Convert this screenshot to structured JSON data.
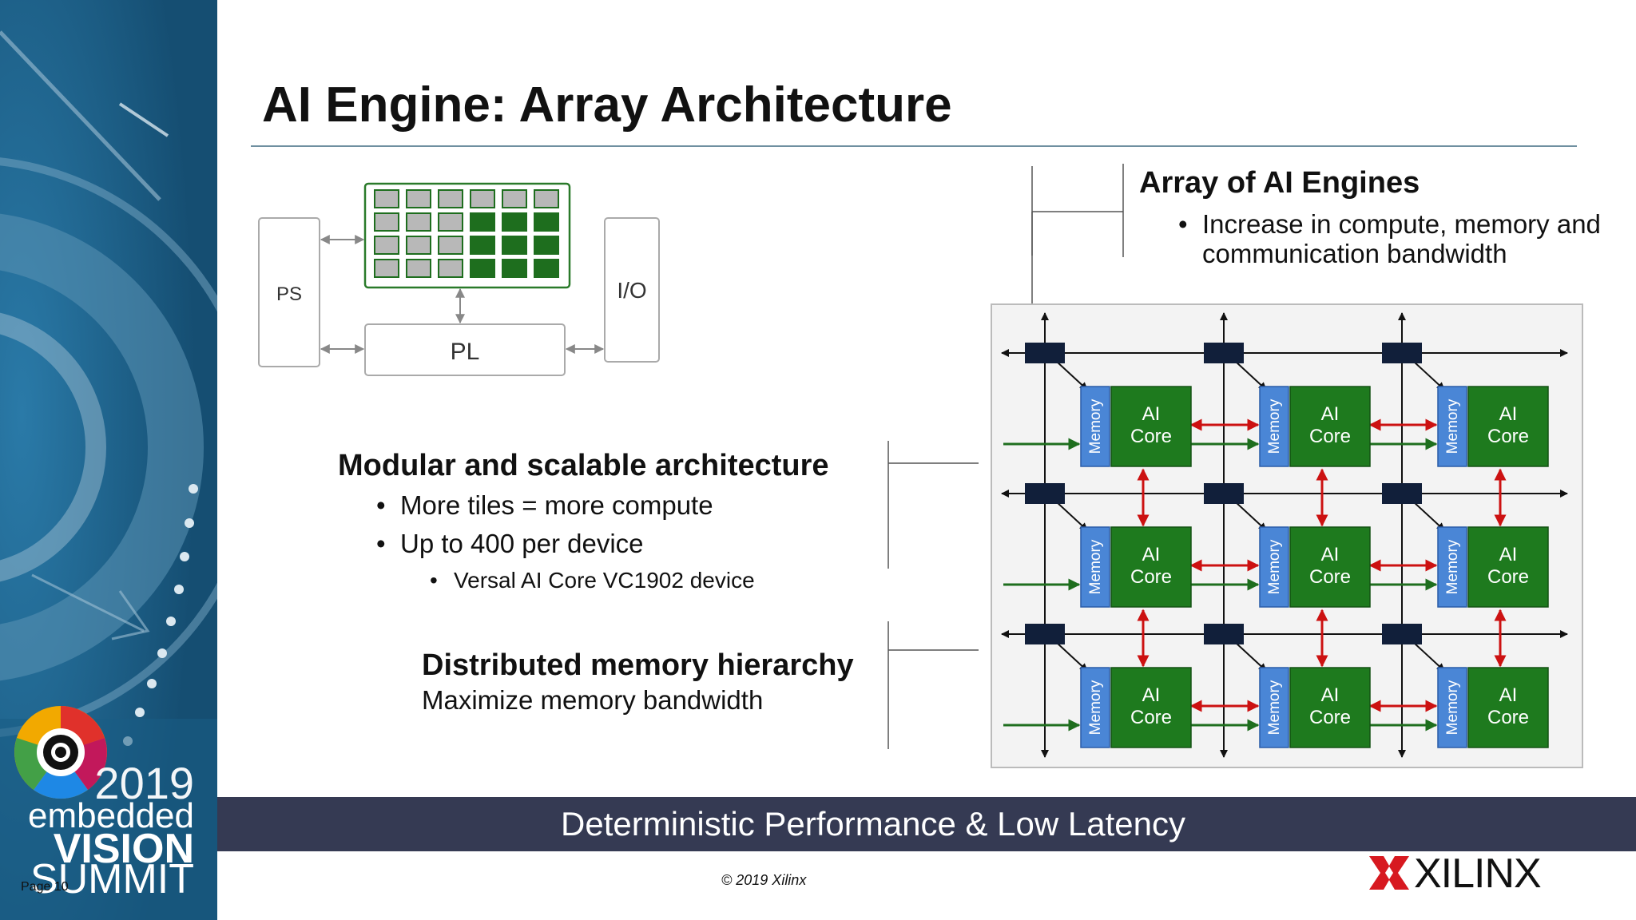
{
  "slide": {
    "title": "AI Engine:  Array Architecture",
    "page_label": "Page 10",
    "copyright": "© 2019 Xilinx"
  },
  "event_logo": {
    "year": "2019",
    "line1": "embedded",
    "line2": "VISION",
    "line3": "SUMMIT"
  },
  "block_diagram": {
    "ps": "PS",
    "io": "I/O",
    "pl": "PL"
  },
  "array_section": {
    "heading": "Array of AI Engines",
    "bullets": [
      "Increase in compute, memory and communication bandwidth"
    ]
  },
  "modular_section": {
    "heading": "Modular and scalable architecture",
    "bullets": [
      "More tiles = more compute",
      "Up to 400 per device"
    ],
    "sub_bullets": [
      "Versal AI Core VC1902 device"
    ]
  },
  "memory_section": {
    "heading": "Distributed memory hierarchy",
    "text": "Maximize memory bandwidth"
  },
  "tile_labels": {
    "memory": "Memory",
    "core_line1": "AI",
    "core_line2": "Core"
  },
  "banner": "Deterministic Performance & Low Latency",
  "brand": "XILINX",
  "colors": {
    "sidebar": "#1a5d85",
    "banner": "#353a53",
    "core_green": "#1e7a1e",
    "memory_blue": "#4a86d6",
    "switch_navy": "#111f3a",
    "red_link": "#cc1111",
    "green_link": "#1e6e1e",
    "xilinx_red": "#d71920"
  }
}
